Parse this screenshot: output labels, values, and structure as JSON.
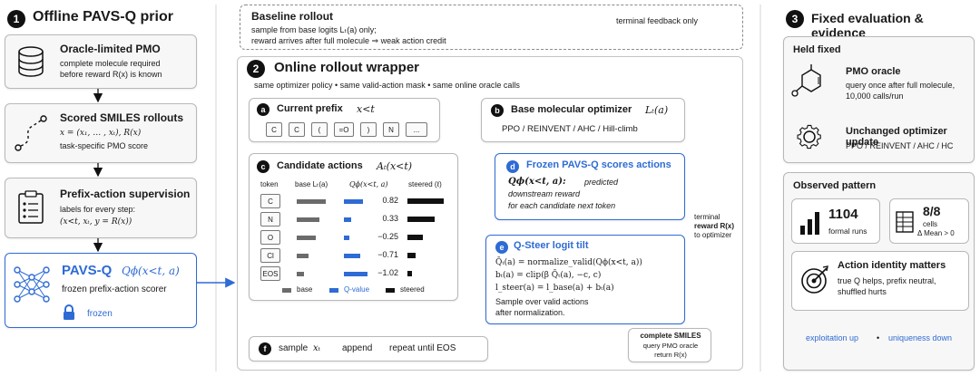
{
  "section1": {
    "number": "1",
    "title": "Offline PAVS-Q prior",
    "oracle_title": "Oracle-limited PMO",
    "oracle_desc1": "complete molecule required",
    "oracle_desc2": "before reward R(x) is known",
    "scored_title": "Scored SMILES rollouts",
    "scored_desc1": "x = (x₁, … , xₜ),  R(x)",
    "scored_desc2": "task-specific PMO score",
    "prefix_title": "Prefix-action supervision",
    "prefix_desc1": "labels for every step:",
    "prefix_desc2": "(x<t, xₜ, y = R(x))",
    "pavs_title": "PAVS-Q",
    "pavs_formula": "Qϕ(x<t, a)",
    "pavs_desc": "frozen prefix-action scorer",
    "frozen_label": "frozen"
  },
  "baseline": {
    "title": "Baseline rollout",
    "line1": "sample from base logits Lₜ(a) only;",
    "line2": "reward arrives after full molecule  ⇒  weak action credit",
    "terminal_label": "terminal feedback only"
  },
  "section2": {
    "number": "2",
    "title": "Online rollout wrapper",
    "subtitle": "same optimizer policy   •   same valid-action mask   •   same online oracle calls",
    "a_letter": "a",
    "a_title": "Current prefix",
    "a_formula": "x<t",
    "tokens": [
      "C",
      "C",
      "(",
      "=O",
      ")",
      "N",
      "..."
    ],
    "b_letter": "b",
    "b_title": "Base molecular optimizer",
    "b_formula": "Lₜ(a)",
    "b_desc": "PPO / REINVENT / AHC / Hill-climb",
    "c_letter": "c",
    "c_title": "Candidate actions",
    "c_formula": "Aₜ(x<t)",
    "col_token": "token",
    "col_base": "base Lₜ(a)",
    "col_q": "Qϕ(x<t, a)",
    "col_steered": "steered (ℓ)",
    "legend_base": "base",
    "legend_q": "Q-value",
    "legend_steered": "steered",
    "d_letter": "d",
    "d_title": "Frozen PAVS-Q scores actions",
    "d_formula": "Qϕ(x<t, a):",
    "d_desc1": "predicted",
    "d_desc2": "downstream reward",
    "d_desc3": "for each candidate next token",
    "e_letter": "e",
    "e_title": "Q-Steer logit tilt",
    "e_eq1": "Q̄ₜ(a) = normalize_valid(Qϕ(x<t, a))",
    "e_eq2": "bₜ(a) = clip(β Q̄ₜ(a), −c, c)",
    "e_eq3": "l_steer(a) = l_base(a) + bₜ(a)",
    "e_desc1": "Sample over valid actions",
    "e_desc2": "after normalization.",
    "f_letter": "f",
    "f_sample": "sample",
    "f_xt": "xₜ",
    "f_append": "append",
    "f_repeat": "repeat until EOS",
    "complete_title": "complete SMILES",
    "complete_l2": "query PMO oracle",
    "complete_l3": "return R(x)",
    "terminal_l1": "terminal",
    "terminal_l2": "reward R(x)",
    "terminal_l3": "to optimizer"
  },
  "candidates": [
    {
      "token": "C",
      "base": 0.75,
      "q": 0.82,
      "q_label": "0.82",
      "steered": 1.0
    },
    {
      "token": "N",
      "base": 0.6,
      "q": 0.33,
      "q_label": "0.33",
      "steered": 0.75
    },
    {
      "token": "O",
      "base": 0.5,
      "q": -0.25,
      "q_label": "−0.25",
      "steered": 0.42
    },
    {
      "token": "Cl",
      "base": 0.3,
      "q": -0.71,
      "q_label": "−0.71",
      "steered": 0.22
    },
    {
      "token": "EOS",
      "base": 0.2,
      "q": -1.02,
      "q_label": "−1.02",
      "steered": 0.12
    }
  ],
  "section3": {
    "number": "3",
    "title": "Fixed evaluation & evidence",
    "held_title": "Held fixed",
    "pmo_title": "PMO oracle",
    "pmo_desc1": "query once after full molecule,",
    "pmo_desc2": "10,000 calls/run",
    "opt_title": "Unchanged optimizer update",
    "opt_desc": "PPO / REINVENT / AHC / HC",
    "observed_title": "Observed pattern",
    "runs_value": "1104",
    "runs_label": "formal runs",
    "cells_value": "8/8",
    "cells_label1": "cells",
    "cells_label2": "Δ Mean > 0",
    "action_title": "Action identity matters",
    "action_desc1": "true Q helps,  prefix neutral,",
    "action_desc2": "shuffled hurts",
    "footer1": "exploitation up",
    "footer_sep": "•",
    "footer2": "uniqueness down"
  },
  "colors": {
    "accent_blue": "#2e6bd4",
    "dark": "#111111",
    "bar_gray": "#6b6b6b"
  }
}
